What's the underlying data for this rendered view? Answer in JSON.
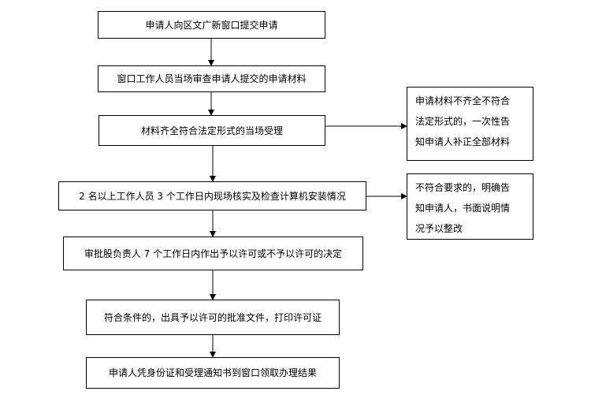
{
  "flowchart": {
    "steps": [
      "申请人向区文广新窗口提交申请",
      "窗口工作人员当场审查申请人提交的申请材料",
      "材料齐全符合法定形式的当场受理",
      "2 名以上工作人员 3 个工作日内现场核实及检查计算机安装情况",
      "审批股负责人 7 个工作日内作出予以许可或不予以许可的决定",
      "符合条件的，出具予以许可的批准文件，打印许可证",
      "申请人凭身份证和受理通知书到窗口领取办理结果"
    ],
    "side_notes": [
      {
        "lines": [
          "申请材料不齐全不符合",
          "法定形式的，一次性告",
          "知申请人补正全部材料"
        ]
      },
      {
        "lines": [
          "不符合要求的，明确告",
          "知申请人，书面说明情",
          "况予以整改"
        ]
      }
    ]
  }
}
